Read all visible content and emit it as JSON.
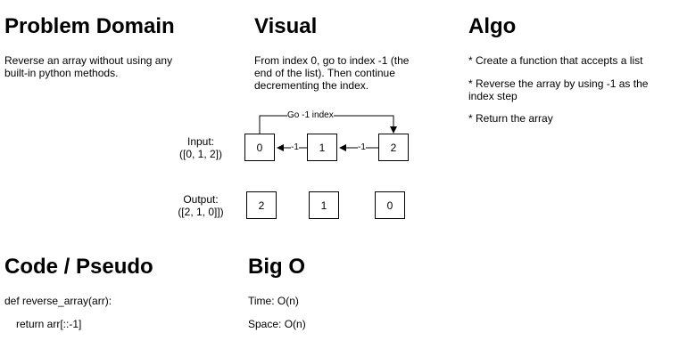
{
  "problem": {
    "title": "Problem Domain",
    "text": "Reverse an array without using any built-in python methods."
  },
  "visual": {
    "title": "Visual",
    "text": "From index 0, go to index -1 (the end of the list). Then continue decrementing the index.",
    "input_label_1": "Input:",
    "input_label_2": "([0, 1, 2])",
    "output_label_1": "Output:",
    "output_label_2": "([2, 1, 0]])",
    "input_boxes": [
      "0",
      "1",
      "2"
    ],
    "output_boxes": [
      "2",
      "1",
      "0"
    ],
    "top_arrow_label": "Go -1 index",
    "step_label_1": "-1",
    "step_label_2": "-1"
  },
  "algo": {
    "title": "Algo",
    "steps": [
      "* Create a function that accepts a list",
      "* Reverse the array by using -1 as the index step",
      "* Return the array"
    ]
  },
  "code": {
    "title": "Code / Pseudo",
    "line1": "def reverse_array(arr):",
    "line2": "return arr[::-1]"
  },
  "bigo": {
    "title": "Big O",
    "time": "Time: O(n)",
    "space": "Space: O(n)"
  }
}
